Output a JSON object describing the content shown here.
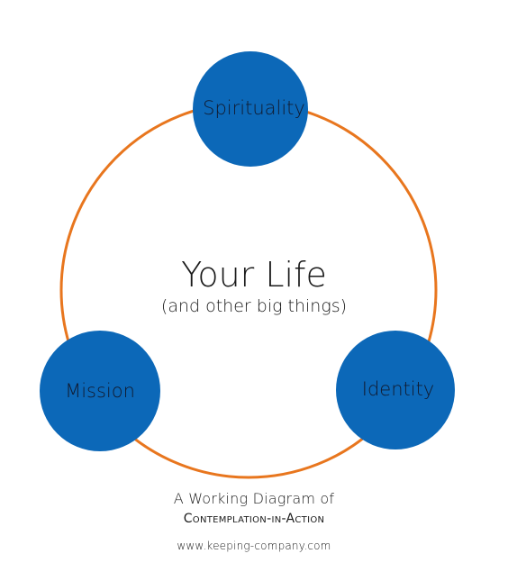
{
  "diagram": {
    "center": {
      "title": "Your Life",
      "subtitle": "(and other big things)"
    },
    "nodes": [
      {
        "label": "Spirituality"
      },
      {
        "label": "Mission"
      },
      {
        "label": "Identity"
      }
    ],
    "colors": {
      "ring": "#e8761e",
      "node_fill": "#0c68b8",
      "node_text": "#111a2e"
    }
  },
  "footer": {
    "line1": "A Working Diagram of",
    "line2": "Contemplation-in-Action",
    "url": "www.keeping-company.com"
  }
}
